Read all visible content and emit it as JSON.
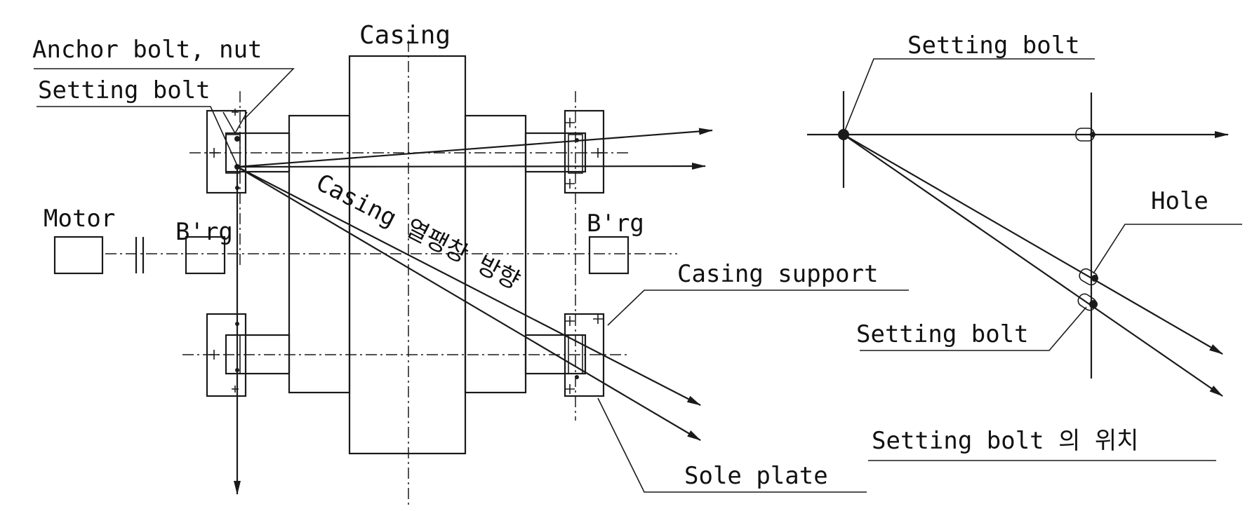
{
  "labels": {
    "casing": "Casing",
    "anchor_bolt_nut": "Anchor bolt, nut",
    "setting_bolt_left": "Setting bolt",
    "motor": "Motor",
    "brg_left": "B'rg",
    "brg_right": "B'rg",
    "casing_direction": "Casing 열팽창 방향",
    "casing_support": "Casing support",
    "sole_plate": "Sole plate",
    "setting_bolt_right_top": "Setting bolt",
    "hole": "Hole",
    "setting_bolt_right_bottom": "Setting bolt",
    "caption": "Setting bolt 의 위치"
  },
  "colors": {
    "ink": "#1a1a1a",
    "paper": "#ffffff"
  }
}
